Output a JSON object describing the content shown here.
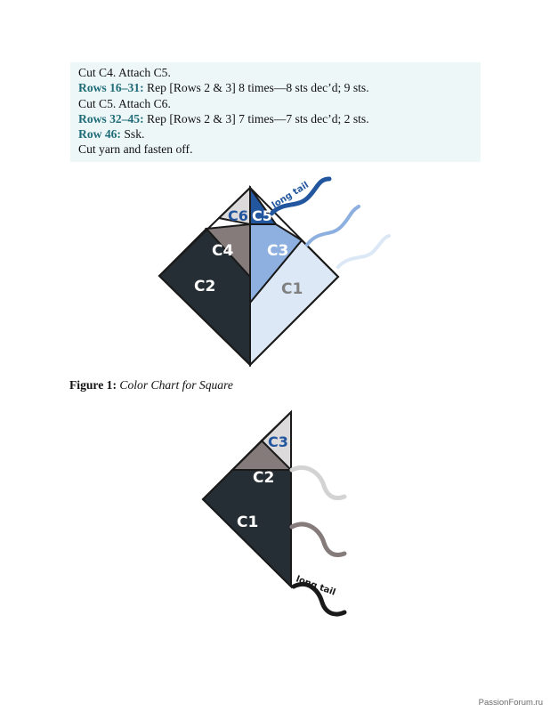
{
  "instructions": {
    "line1": "Cut C4. Attach C5.",
    "line2": {
      "label": "Rows 16–31:",
      "text": " Rep [Rows 2 & 3] 8 times—8 sts dec’d; 9 sts."
    },
    "line3": "Cut C5. Attach C6.",
    "line4": {
      "label": "Rows 32–45:",
      "text": " Rep [Rows 2 & 3] 7 times—7 sts dec’d; 2 sts."
    },
    "line5": {
      "label": "Row 46:",
      "text": " Ssk."
    },
    "line6": "Cut yarn and fasten off."
  },
  "figure1": {
    "labels": {
      "c1": "C1",
      "c2": "C2",
      "c3": "C3",
      "c4": "C4",
      "c5": "C5",
      "c6": "C6"
    },
    "tail_label": "long tail",
    "colors": {
      "c1": "#dde8f6",
      "c2": "#252e34",
      "c3": "#8db0e0",
      "c4": "#857b7b",
      "c5": "#22569e",
      "c6": "#dcdadb",
      "label_light": "#ffffff",
      "label_dark_gray": "#808080",
      "label_blue": "#22569e"
    }
  },
  "figure1_caption": {
    "bold": "Figure 1:",
    "italic": "Color Chart for Square"
  },
  "figure2": {
    "labels": {
      "c1": "C1",
      "c2": "C2",
      "c3": "C3"
    },
    "tail_label": "long tail",
    "colors": {
      "c1": "#252e34",
      "c2": "#857b7b",
      "c3": "#dcdadb",
      "label_blue": "#22569e"
    }
  },
  "watermark": "PassionForum.ru"
}
